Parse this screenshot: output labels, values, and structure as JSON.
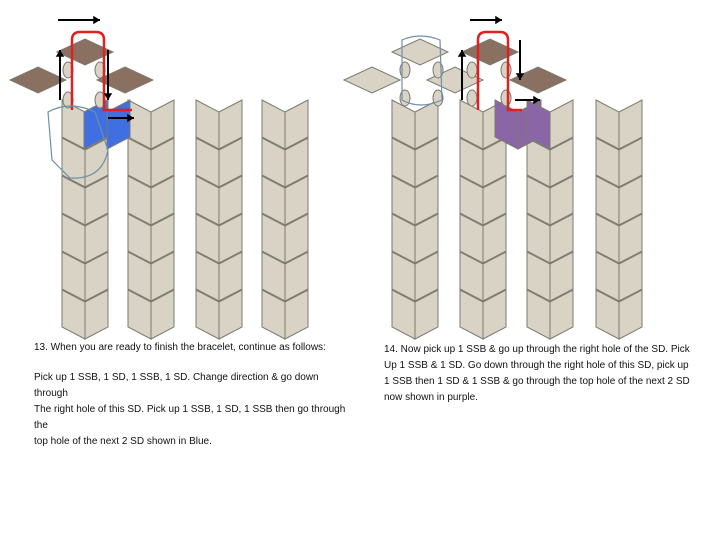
{
  "step13": {
    "heading": "13. When you are ready to finish the bracelet, continue as follows:",
    "lines": [
      "Pick up 1 SSB, 1 SD, 1 SSB, 1 SD. Change direction & go down through",
      "The right hole of this SD. Pick up 1 SSB, 1 SD, 1 SSB then go through the",
      "top hole of the next 2 SD shown in Blue."
    ]
  },
  "step14": {
    "lines": [
      "14.  Now pick up 1 SSB & go up through the right hole of the SD. Pick",
      "Up 1 SSB & 1 SD. Go down through the right hole of this SD, pick up",
      "1 SSB then 1 SD & 1 SSB & go through the top hole of the next 2 SD",
      "now shown in purple."
    ]
  },
  "colors": {
    "bead_fill": "#d8d3c4",
    "bead_stroke": "#7d7a70",
    "brown_bead": "#8a7060",
    "blue_highlight": "#3f6fe0",
    "purple_highlight": "#8a66a6",
    "thread_red": "#e02020",
    "thread_outline": "#6f8fa8",
    "arrow": "#000000"
  }
}
